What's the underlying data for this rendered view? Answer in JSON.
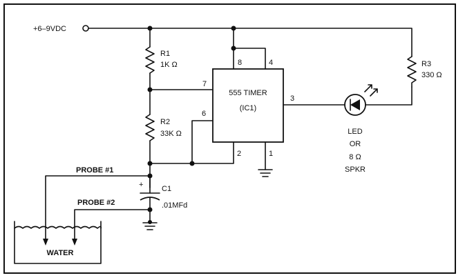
{
  "supply": {
    "label": "+6–9VDC"
  },
  "r1": {
    "name": "R1",
    "value": "1K Ω"
  },
  "r2": {
    "name": "R2",
    "value": "33K Ω"
  },
  "r3": {
    "name": "R3",
    "value": "330 Ω"
  },
  "c1": {
    "name": "C1",
    "value": ".01MFd",
    "polarity": "+"
  },
  "ic": {
    "line1": "555 TIMER",
    "line2": "(IC1)",
    "pins": {
      "p1": "1",
      "p2": "2",
      "p3": "3",
      "p4": "4",
      "p6": "6",
      "p7": "7",
      "p8": "8"
    }
  },
  "output": {
    "line1": "LED",
    "line2": "OR",
    "line3": "8 Ω",
    "line4": "SPKR"
  },
  "probe1": {
    "label": "PROBE #1"
  },
  "probe2": {
    "label": "PROBE #2"
  },
  "water": {
    "label": "WATER"
  }
}
